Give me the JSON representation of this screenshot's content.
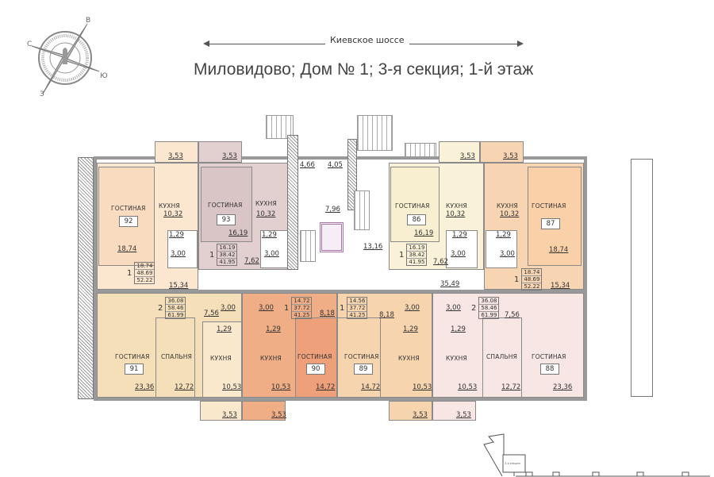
{
  "header": {
    "road": "Киевское шоссе",
    "title": "Миловидово; Дом № 1; 3-я секция; 1-й этаж"
  },
  "compass": {
    "north": "С",
    "east": "В",
    "south": "Ю",
    "west": "З"
  },
  "common": {
    "vestibule": "4,66",
    "room": "4,05",
    "lift_hall": "7,96",
    "stair_hall": "13,16",
    "corridor": "35,49"
  },
  "apartments": {
    "a92": {
      "number": "92",
      "color": "#f9dcc0",
      "living_label": "ГОСТИНАЯ",
      "living": "18,74",
      "kitchen_label": "КУХНЯ",
      "kitchen": "10,32",
      "balcony": "3,53",
      "wc": "1,29",
      "bath": "3,00",
      "hall": "15,34",
      "summary": {
        "rooms": "1",
        "living": "18.74",
        "total": "48.69",
        "total_balcony": "52.22"
      }
    },
    "a93": {
      "number": "93",
      "color": "#d9c4c6",
      "living_label": "ГОСТИНАЯ",
      "living": "16,19",
      "kitchen_label": "КУХНЯ",
      "kitchen": "10,32",
      "balcony": "3,53",
      "wc": "1,29",
      "bath": "3,00",
      "hall": "7,62",
      "summary": {
        "rooms": "1",
        "living": "16.19",
        "total": "38.42",
        "total_balcony": "41.95"
      }
    },
    "a86": {
      "number": "86",
      "color": "#f7efcf",
      "living_label": "ГОСТИНАЯ",
      "living": "16,19",
      "kitchen_label": "КУХНЯ",
      "kitchen": "10,32",
      "balcony": "3,53",
      "wc": "1,29",
      "bath": "3,00",
      "hall": "7,62",
      "summary": {
        "rooms": "1",
        "living": "16.19",
        "total": "38.42",
        "total_balcony": "41.95"
      }
    },
    "a87": {
      "number": "87",
      "color": "#f8d5b2",
      "living_label": "ГОСТИНАЯ",
      "living": "18,74",
      "kitchen_label": "КУХНЯ",
      "kitchen": "10,32",
      "balcony": "3,53",
      "wc": "1,29",
      "bath": "3,00",
      "hall": "15,34",
      "summary": {
        "rooms": "1",
        "living": "18.74",
        "total": "48.69",
        "total_balcony": "52.22"
      }
    },
    "a91": {
      "number": "91",
      "color": "#f5dfb8",
      "living_label": "ГОСТИНАЯ",
      "living": "23,36",
      "bedroom_label": "СПАЛЬНЯ",
      "bedroom": "12,72",
      "kitchen_label": "КУХНЯ",
      "kitchen": "10,53",
      "balcony": "3,53",
      "wc": "1,29",
      "bath": "3,00",
      "hall": "7,56",
      "summary": {
        "rooms": "2",
        "living": "36.08",
        "total": "58.46",
        "total_balcony": "61.99"
      }
    },
    "a90": {
      "number": "90",
      "color": "#efae86",
      "living_label": "ГОСТИНАЯ",
      "living": "14,72",
      "kitchen_label": "КУХНЯ",
      "kitchen": "10,53",
      "balcony": "3,53",
      "wc": "1,29",
      "bath": "3,00",
      "hall": "8,18",
      "summary": {
        "rooms": "1",
        "living": "14.72",
        "total": "37.72",
        "total_balcony": "41.25"
      }
    },
    "a89": {
      "number": "89",
      "color": "#f6d4ae",
      "living_label": "ГОСТИНАЯ",
      "living": "14,72",
      "kitchen_label": "КУХНЯ",
      "kitchen": "10,53",
      "balcony": "3,53",
      "wc": "1,29",
      "bath": "3,00",
      "hall": "8,18",
      "summary": {
        "rooms": "1",
        "living": "14.56",
        "total": "37.72",
        "total_balcony": "41.25"
      }
    },
    "a88": {
      "number": "88",
      "color": "#f7e6e4",
      "living_label": "ГОСТИНАЯ",
      "living": "23,36",
      "bedroom_label": "СПАЛЬНЯ",
      "bedroom": "12,72",
      "kitchen_label": "КУХНЯ",
      "kitchen": "10,53",
      "balcony": "3,53",
      "wc": "1,29",
      "bath": "3,00",
      "hall": "7,56",
      "summary": {
        "rooms": "2",
        "living": "36.08",
        "total": "58.46",
        "total_balcony": "61.99"
      }
    }
  },
  "minimap": {
    "label": "3-я секция"
  }
}
